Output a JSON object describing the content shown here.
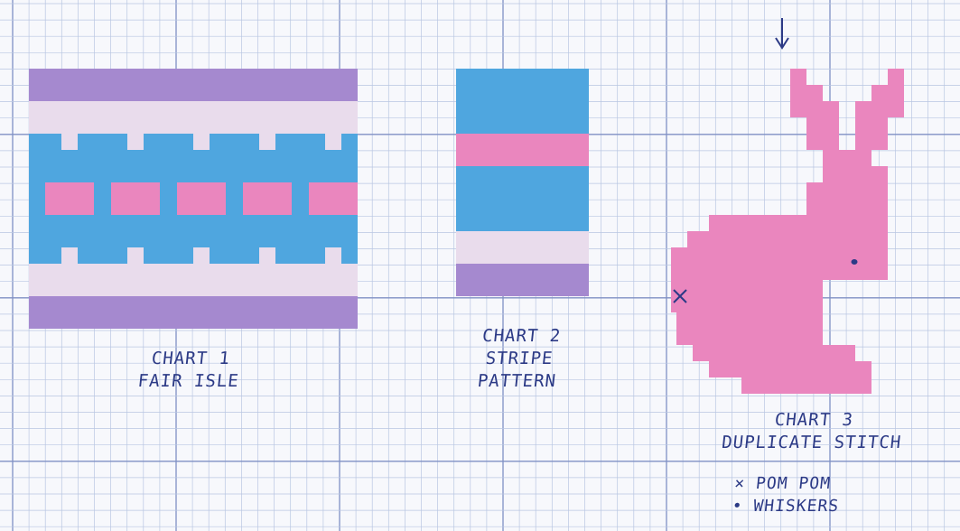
{
  "colors": {
    "paper": "#f7f8fc",
    "grid": "#b9c6e2",
    "grid_major": "#7f90c4",
    "ink": "#2c3a86",
    "purple": "#a589cf",
    "lavender": "#e9dcec",
    "blue": "#4fa6df",
    "pink": "#ea86be"
  },
  "charts": [
    {
      "line1": "CHART 1",
      "line2": "FAIR ISLE"
    },
    {
      "line1": "CHART 2",
      "line2": "STRIPE",
      "line3": "PATTERN"
    },
    {
      "line1": "CHART 3",
      "line2": "DUPLICATE STITCH"
    }
  ],
  "legend": {
    "pom_symbol": "×",
    "pom_text": "POM POM",
    "whisker_symbol": "•",
    "whisker_text": "WHISKERS"
  },
  "marks": {
    "arrow": "down-arrow-icon",
    "pom_marker": "×",
    "whisker_marker": "dot"
  }
}
